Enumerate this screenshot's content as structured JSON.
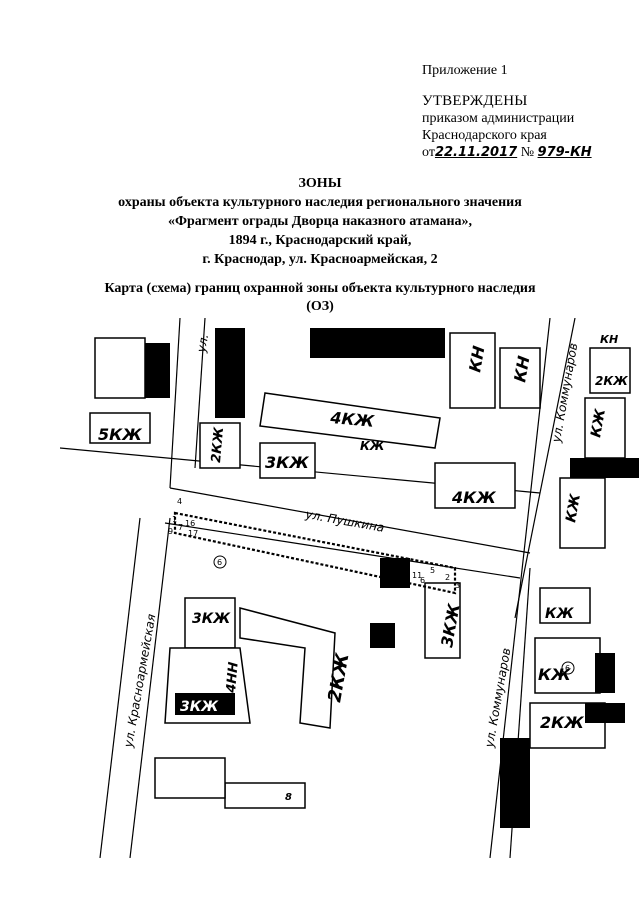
{
  "approval": {
    "appendix": "Приложение 1",
    "approved": "УТВЕРЖДЕНЫ",
    "order_line1": "приказом администрации",
    "order_line2": "Краснодарского края",
    "date_prefix": "от",
    "date_value": "22.11.2017",
    "number_prefix": "№",
    "number_value": "979-КН"
  },
  "title": {
    "line1": "ЗОНЫ",
    "line2": "охраны объекта культурного наследия регионального значения",
    "line3": "«Фрагмент ограды Дворца наказного атамана»,",
    "line4": "1894 г., Краснодарский край,",
    "line5": "г. Краснодар, ул. Красноармейская, 2"
  },
  "map_title": {
    "line1": "Карта (схема) границ охранной зоны объекта культурного наследия",
    "line2": "(ОЗ)"
  },
  "map": {
    "streets": {
      "pushkina": "ул. Пушкина",
      "krasnoarmeyskaya": "ул. Красноармейская",
      "kommunarov_1": "ул. Коммунаров",
      "kommunarov_2": "ул. Коммунаров",
      "ul_top": "ул."
    },
    "buildings": {
      "b_5kzh": "5КЖ",
      "b_4kzh_top": "4КЖ",
      "b_kzh_top": "КЖ",
      "b_2kzh_left": "2КЖ",
      "b_3kzh_mid": "3КЖ",
      "b_kn_top": "КН",
      "b_kn_top2": "КН",
      "b_4kzh_right": "4КЖ",
      "b_kzh_rt1": "КЖ",
      "b_kzh_rt2": "КЖ",
      "b_2kzh_rt": "2КЖ",
      "b_kn_rt": "КН",
      "b_3kzh_left": "3КЖ",
      "b_4nn": "4НН",
      "b_3kzh_bottom": "3КЖ",
      "b_2kzh_center": "2КЖ",
      "b_3kzh_right": "3КЖ",
      "b_kzh_br1": "КЖ",
      "b_kzh_br2": "КЖ",
      "b_2kzh_br": "2КЖ",
      "b_kzh_br3": "КЖ",
      "b_8": "8"
    },
    "points": [
      "4",
      "1",
      "2",
      "3",
      "5",
      "6",
      "7",
      "16",
      "17",
      "9",
      "11",
      "13"
    ],
    "markers": [
      "6",
      "6"
    ]
  }
}
